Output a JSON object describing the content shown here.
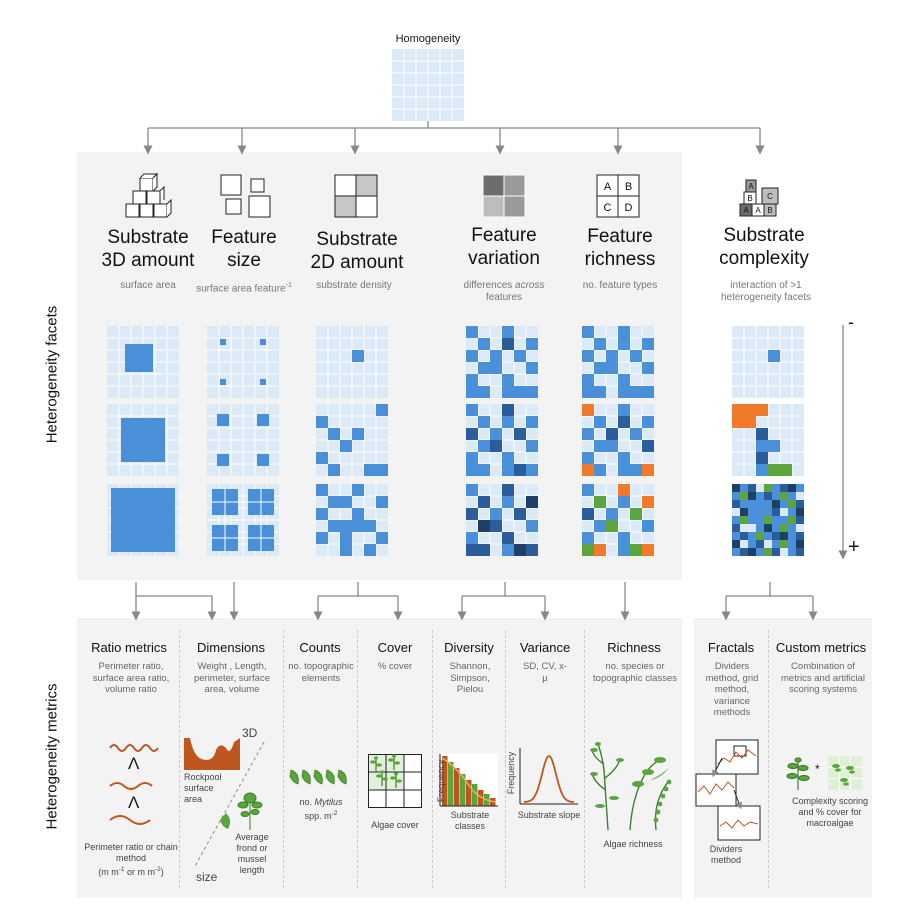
{
  "top": {
    "homogeneity": "Homogeneity"
  },
  "side_labels": {
    "facets": "Heterogeneity facets",
    "metrics": "Heterogeneity metrics"
  },
  "facets": [
    {
      "id": "sub3d",
      "title": "Substrate 3D amount",
      "subtitle": "surface area"
    },
    {
      "id": "fsize",
      "title": "Feature size",
      "subtitle": "surface area feature",
      "subtitle_sup": "-1"
    },
    {
      "id": "sub2d",
      "title": "Substrate 2D amount",
      "subtitle": "substrate density"
    },
    {
      "id": "fvar",
      "title": "Feature variation",
      "subtitle_pre": "differences ",
      "subtitle_em": "across",
      "subtitle_post": " features"
    },
    {
      "id": "frich",
      "title": "Feature richness",
      "subtitle": "no. feature types"
    },
    {
      "id": "scomp",
      "title": "Substrate complexity",
      "subtitle": "interaction of >1 heterogeneity facets"
    }
  ],
  "richness_icon_letters": [
    "A",
    "B",
    "C",
    "D"
  ],
  "complexity_icon_letters": [
    "A",
    "B",
    "A",
    "C",
    "B",
    "A"
  ],
  "gradient": {
    "minus": "-",
    "plus": "+"
  },
  "metrics": [
    {
      "id": "ratio",
      "title": "Ratio metrics",
      "subtitle": "Perimeter ratio, surface area ratio, volume ratio"
    },
    {
      "id": "dims",
      "title": "Dimensions",
      "subtitle": "Weight , Length, perimeter, surface area, volume"
    },
    {
      "id": "counts",
      "title": "Counts",
      "subtitle": "no. topographic elements"
    },
    {
      "id": "cover",
      "title": "Cover",
      "subtitle": "% cover"
    },
    {
      "id": "diversity",
      "title": "Diversity",
      "subtitle": "Shannon, Simpson, Pielou"
    },
    {
      "id": "variance",
      "title": "Variance",
      "subtitle": "SD, CV, x- μ"
    },
    {
      "id": "richness",
      "title": "Richness",
      "subtitle": "no. species or topographic classes"
    },
    {
      "id": "fractals",
      "title": "Fractals",
      "subtitle": "Dividers method, grid method, variance methods"
    },
    {
      "id": "custom",
      "title": "Custom metrics",
      "subtitle": "Combination of metrics and artificial scoring systems"
    }
  ],
  "examples": {
    "ratio_symbol": "Λ",
    "ratio_caption": "Perimeter ratio or chain method",
    "ratio_units": "(m m",
    "ratio_units_sup1": "-1",
    "ratio_units_mid": " or m m",
    "ratio_units_sup2": "-2",
    "ratio_units_end": ")",
    "rockpool": "Rockpool surface area",
    "label_3d": "3D",
    "label_size": "size",
    "frond": "Average frond or mussel length",
    "mytilus_pre": "no. ",
    "mytilus_em": "Mytilus",
    "mytilus_post": " spp. m",
    "mytilus_sup": "-2",
    "algae_cover": "Algae cover",
    "frequency": "Frequency",
    "substrate_classes": "Substrate classes",
    "substrate_slope": "Substrate slope",
    "algae_richness": "Algae richness",
    "dividers": "Dividers method",
    "star": "*",
    "complexity_scoring": "Complexity scoring and % cover for macroalgae"
  },
  "colors": {
    "panel": "#f3f3f3",
    "light_cell": "#dceaf8",
    "grid_line": "#ffffff",
    "blue": "#4a90d9",
    "dark_blue": "#2a5d9a",
    "navy": "#1e3f66",
    "orange": "#f07a2a",
    "green": "#5aa63c",
    "brown": "#c0561f",
    "arrow": "#888888"
  }
}
